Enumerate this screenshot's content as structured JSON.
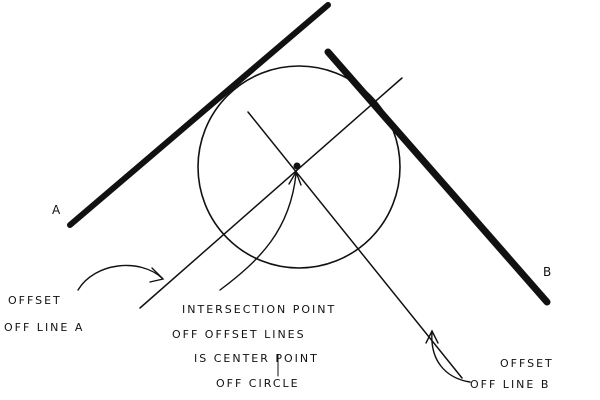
{
  "labels": {
    "line_a": "A",
    "line_b": "B"
  },
  "annotations": {
    "offset_a": [
      "OFFSET",
      "OFF LINE A"
    ],
    "intersection": [
      "INTERSECTION POINT",
      "OFF OFFSET LINES",
      "IS CENTER POINT",
      "OFF CIRCLE"
    ],
    "offset_b": [
      "OFFSET",
      "OFF LINE B"
    ]
  },
  "colors": {
    "ink": "#111111",
    "background": "#ffffff"
  }
}
